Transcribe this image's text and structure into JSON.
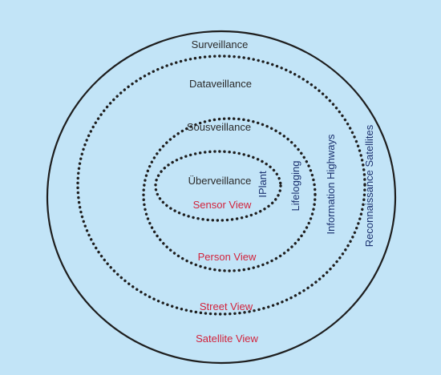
{
  "colors": {
    "background": "#c2e4f7",
    "ring": "#1e1e1e",
    "label_dark": "#2a2a2a",
    "label_blue": "#1c3270",
    "label_red": "#d2233c"
  },
  "rings": {
    "surveillance": "Surveillance",
    "dataveillance": "Dataveillance",
    "sousveillance": "Sousveillance",
    "uberveillance": "Überveillance"
  },
  "views": {
    "sensor": "Sensor View",
    "person": "Person View",
    "street": "Street View",
    "satellite": "Satellite View"
  },
  "side_labels": {
    "iplant": "IPlant",
    "lifelogging": "Lifelogging",
    "information_highways": "Information Highways",
    "reconnaissance_satellites": "Reconnaissance Satellites"
  }
}
